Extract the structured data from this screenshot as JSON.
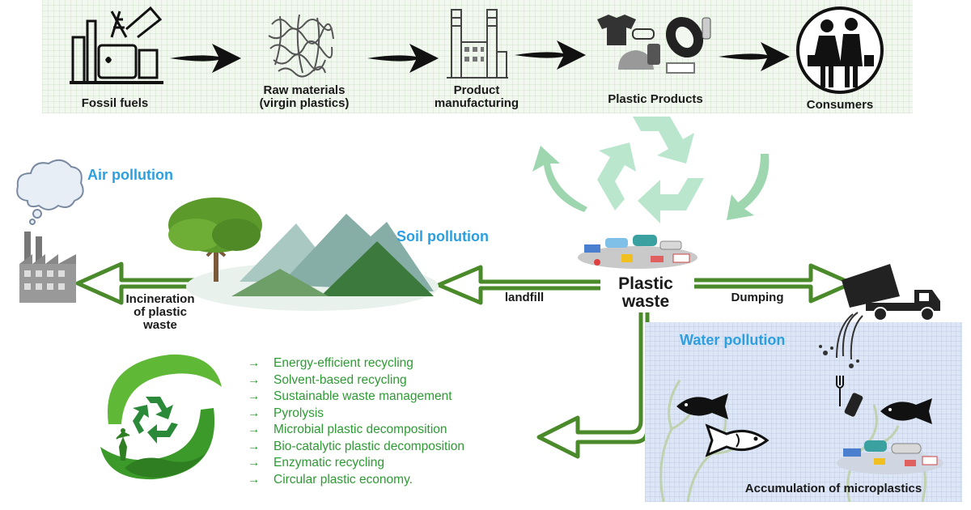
{
  "production_chain": {
    "stages": [
      {
        "label": "Fossil fuels",
        "icon": "oil-refinery-icon"
      },
      {
        "label": "Raw materials\n(virgin plastics)",
        "icon": "plastic-pellets-icon"
      },
      {
        "label": "Product\nmanufacturing",
        "icon": "factory-icon"
      },
      {
        "label": "Plastic Products",
        "icon": "plastic-products-icon"
      },
      {
        "label": "Consumers",
        "icon": "consumers-icon"
      }
    ]
  },
  "center": {
    "label": "Plastic\nwaste",
    "icon": "plastic-waste-pile-icon",
    "recycle_icon": "recycle-arrows-icon"
  },
  "pathways": {
    "landfill": "landfill",
    "dumping": "Dumping",
    "incineration": "Incineration\nof plastic\nwaste"
  },
  "pollution": {
    "air": "Air pollution",
    "soil": "Soil pollution",
    "water": "Water pollution",
    "microplastics": "Accumulation of microplastics"
  },
  "solutions": {
    "bullet": "→",
    "items": [
      "Energy-efficient recycling",
      "Solvent-based recycling",
      "Sustainable waste management",
      "Pyrolysis",
      "Microbial plastic decomposition",
      "Bio-catalytic plastic decomposition",
      "Enzymatic recycling",
      "Circular plastic economy."
    ]
  },
  "colors": {
    "arrow_green": "#4b8a2a",
    "text_green": "#2e9a34",
    "label_blue": "#2b9fe0",
    "recycle_green": "#a9dfc0",
    "band_green": "#f2f8ef",
    "water_blue": "#dde6f6"
  }
}
